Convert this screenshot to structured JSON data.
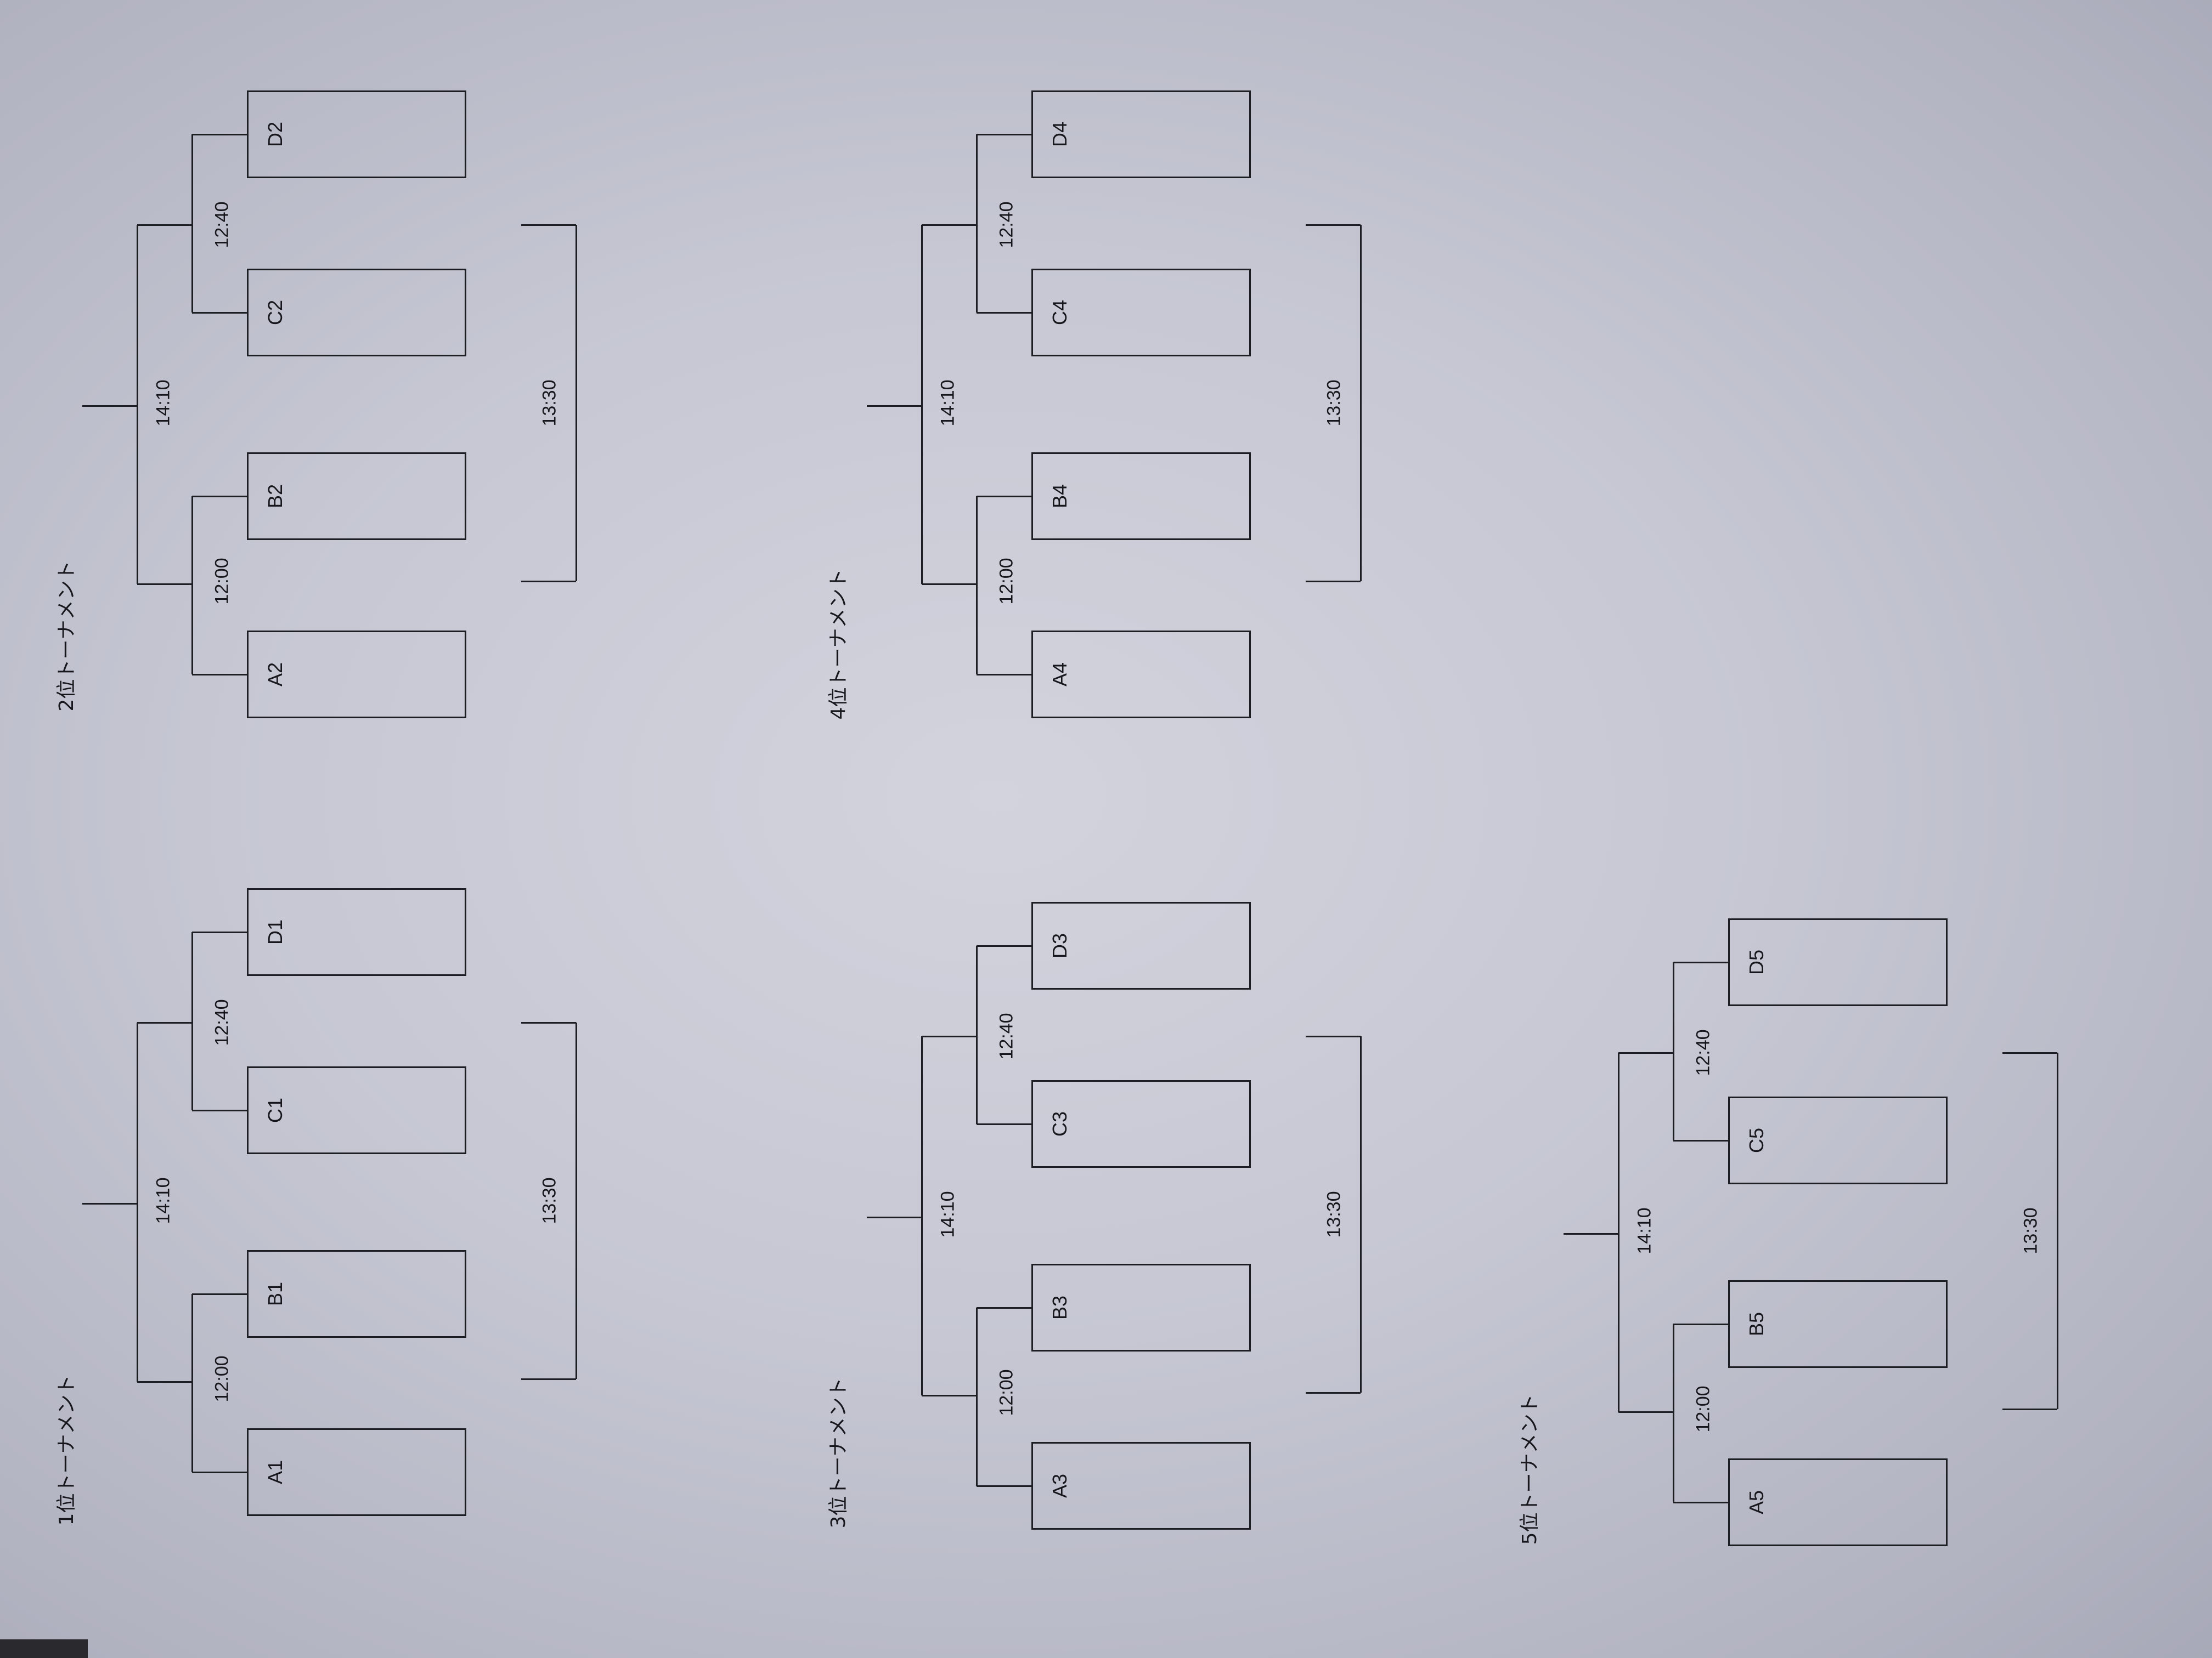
{
  "tournaments": [
    {
      "title": "1位トーナメント",
      "seeds": [
        "A1",
        "B1",
        "C1",
        "D1"
      ],
      "times": {
        "semi_left": "12:00",
        "semi_right": "12:40",
        "final": "14:10",
        "third": "13:30"
      }
    },
    {
      "title": "2位トーナメント",
      "seeds": [
        "A2",
        "B2",
        "C2",
        "D2"
      ],
      "times": {
        "semi_left": "12:00",
        "semi_right": "12:40",
        "final": "14:10",
        "third": "13:30"
      }
    },
    {
      "title": "3位トーナメント",
      "seeds": [
        "A3",
        "B3",
        "C3",
        "D3"
      ],
      "times": {
        "semi_left": "12:00",
        "semi_right": "12:40",
        "final": "14:10",
        "third": "13:30"
      }
    },
    {
      "title": "4位トーナメント",
      "seeds": [
        "A4",
        "B4",
        "C4",
        "D4"
      ],
      "times": {
        "semi_left": "12:00",
        "semi_right": "12:40",
        "final": "14:10",
        "third": "13:30"
      }
    },
    {
      "title": "5位トーナメント",
      "seeds": [
        "A5",
        "B5",
        "C5",
        "D5"
      ],
      "times": {
        "semi_left": "12:00",
        "semi_right": "12:40",
        "final": "14:10",
        "third": "13:30"
      }
    }
  ],
  "colors": {
    "paper": "#c6c7d3",
    "ink": "#1d1d24"
  }
}
